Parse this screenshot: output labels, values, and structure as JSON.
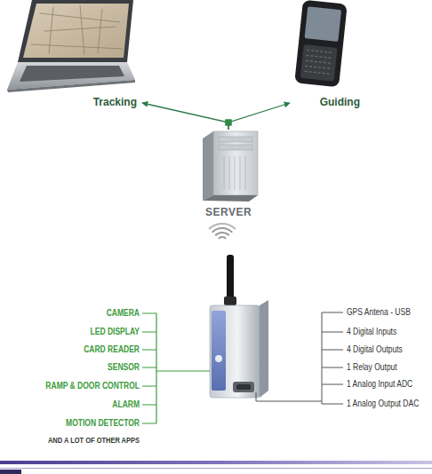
{
  "diagram": {
    "nodes": [
      {
        "text": [
          "Tracking"
        ]
      },
      {
        "text": [
          "Guiding"
        ]
      },
      {
        "text": [
          "SERVER"
        ]
      }
    ],
    "edges": [
      {
        "from": 2,
        "to": 0,
        "arrow": "to"
      },
      {
        "from": 2,
        "to": 1,
        "arrow": "to"
      }
    ],
    "labels": [
      "CAMERA",
      "LED DISPLAY",
      "CARD READER",
      "SENSOR",
      "RAMP & DOOR CONTROL",
      "ALARM",
      "MOTION DETECTOR",
      "AND A LOT OF OTHER APPS",
      "GPS Antena - USB",
      "4 Digital Inputs",
      "4 Digital Outputs",
      "1 Relay Output",
      "1 Analog Input ADC",
      "1 Analog Output DAC"
    ]
  }
}
